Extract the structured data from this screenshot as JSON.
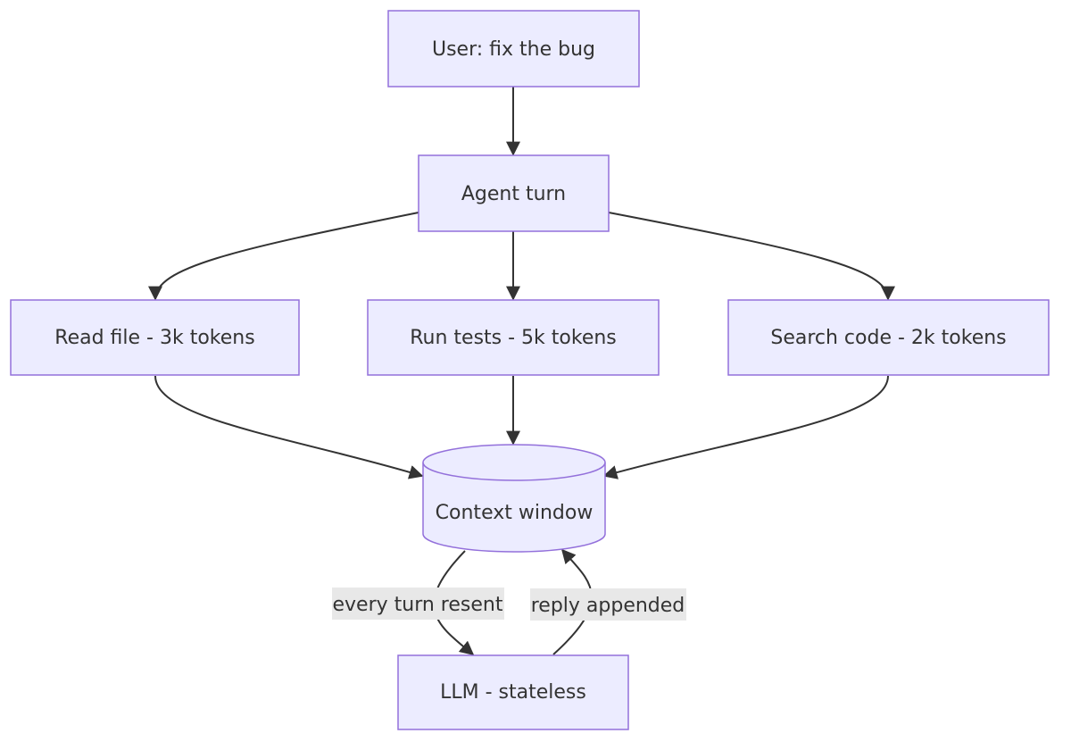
{
  "colors": {
    "node_fill": "#ececff",
    "node_stroke": "#9370db",
    "edge": "#333333",
    "edge_label_bg": "#e8e8e8",
    "text": "#333333"
  },
  "nodes": {
    "user": "User: fix the bug",
    "agent": "Agent turn",
    "read": "Read file - 3k tokens",
    "tests": "Run tests - 5k tokens",
    "search": "Search code - 2k tokens",
    "context": "Context window",
    "llm": "LLM - stateless"
  },
  "edges": [
    {
      "from": "user",
      "to": "agent",
      "label": ""
    },
    {
      "from": "agent",
      "to": "read",
      "label": ""
    },
    {
      "from": "agent",
      "to": "tests",
      "label": ""
    },
    {
      "from": "agent",
      "to": "search",
      "label": ""
    },
    {
      "from": "read",
      "to": "context",
      "label": ""
    },
    {
      "from": "tests",
      "to": "context",
      "label": ""
    },
    {
      "from": "search",
      "to": "context",
      "label": ""
    },
    {
      "from": "context",
      "to": "llm",
      "label": "every turn resent"
    },
    {
      "from": "llm",
      "to": "context",
      "label": "reply appended"
    }
  ],
  "edge_labels": {
    "resent": "every turn resent",
    "appended": "reply appended"
  }
}
